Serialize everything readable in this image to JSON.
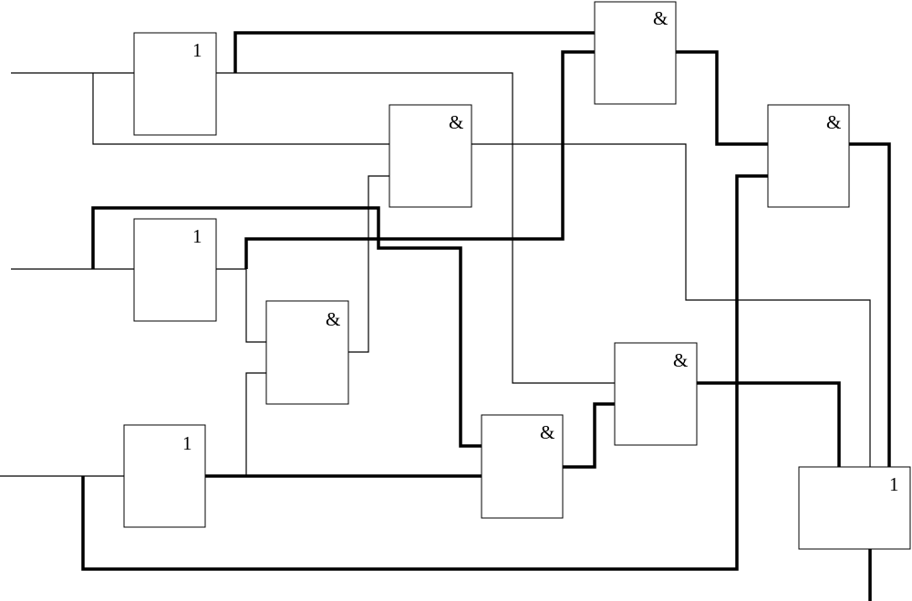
{
  "diagram": {
    "gates": [
      {
        "id": "or-gate-1",
        "label": "1"
      },
      {
        "id": "or-gate-2",
        "label": "1"
      },
      {
        "id": "or-gate-3",
        "label": "1"
      },
      {
        "id": "and-gate-1",
        "label": "&"
      },
      {
        "id": "and-gate-2",
        "label": "&"
      },
      {
        "id": "and-gate-3",
        "label": "&"
      },
      {
        "id": "and-gate-4",
        "label": "&"
      },
      {
        "id": "and-gate-5",
        "label": "&"
      },
      {
        "id": "and-gate-6",
        "label": "&"
      },
      {
        "id": "or-gate-output",
        "label": "1"
      }
    ]
  }
}
